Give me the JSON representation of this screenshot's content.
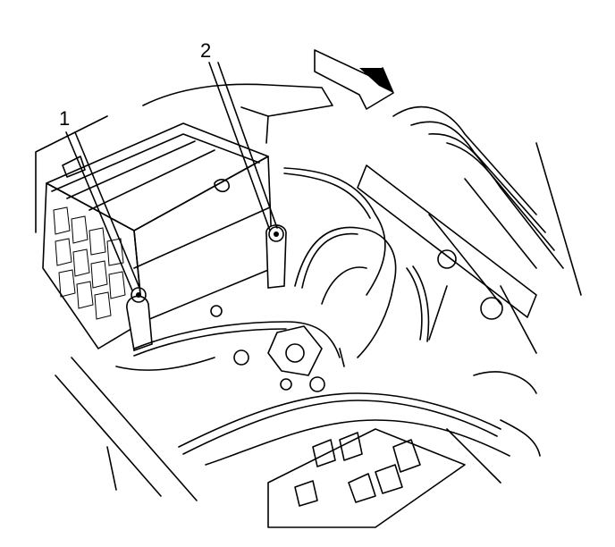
{
  "callouts": [
    {
      "label": "1",
      "part": "battery-terminal-1"
    },
    {
      "label": "2",
      "part": "battery-terminal-2"
    }
  ],
  "colors": {
    "line": "#000000",
    "background": "#ffffff"
  }
}
